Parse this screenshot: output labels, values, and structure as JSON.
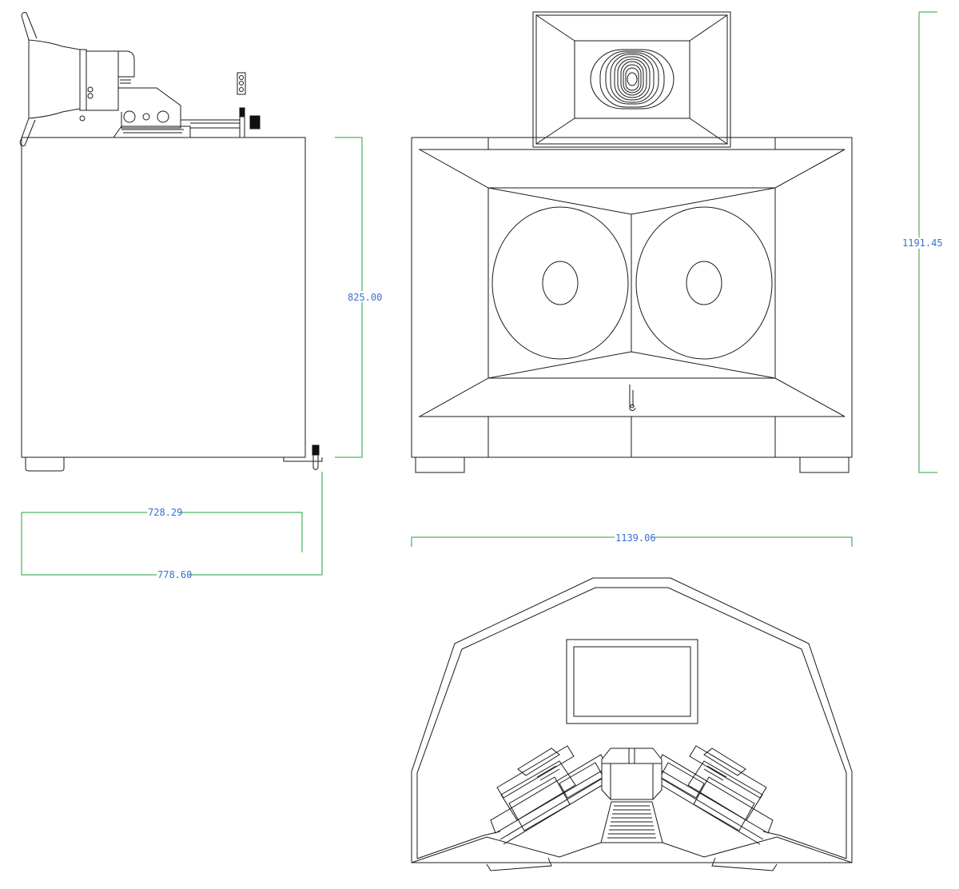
{
  "drawing": {
    "views": [
      "side-view",
      "front-view",
      "top-view"
    ],
    "colors": {
      "line": "#1a1a1a",
      "dimension_line": "#22a33a",
      "dimension_text": "#3a6fd0",
      "background": "#ffffff"
    }
  },
  "dimensions": {
    "side_height": "825.00",
    "side_depth_inner": "728.29",
    "side_depth_overall": "778.60",
    "front_width": "1139.06",
    "overall_height": "1191.45"
  }
}
